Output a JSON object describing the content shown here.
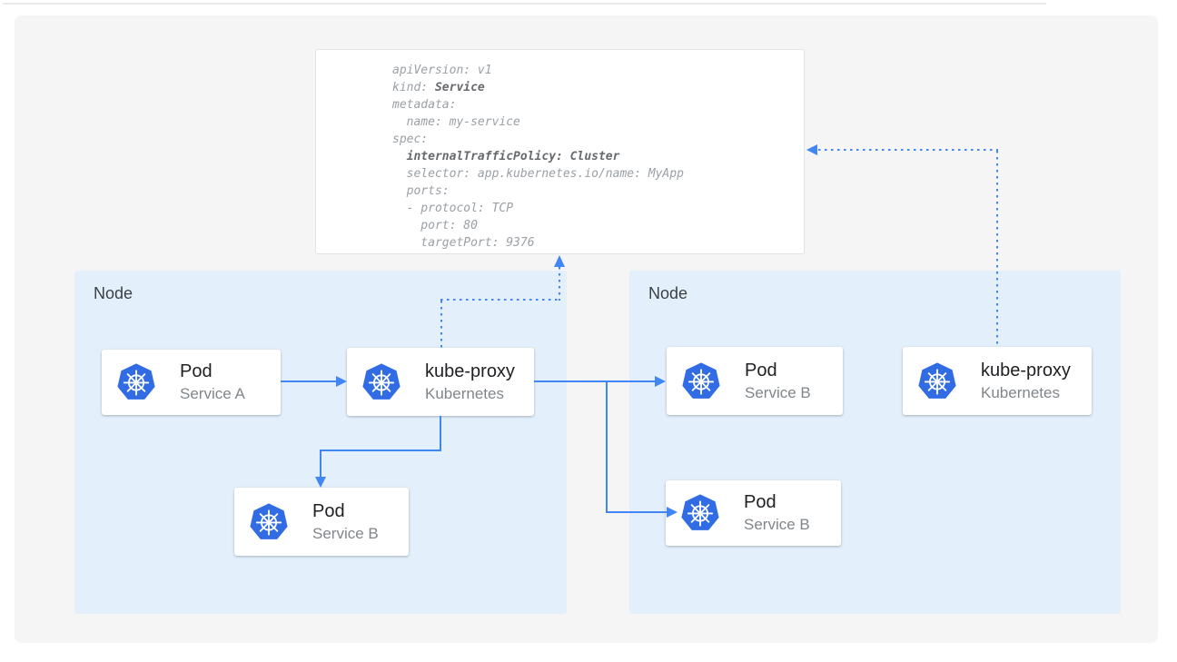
{
  "colors": {
    "arrow_blue": "#4285f4",
    "kubernetes_blue": "#326ce5",
    "node_fill": "#e3f0fc",
    "panel_background": "#f5f5f6",
    "card_title_text": "#202124",
    "card_subtitle_text": "#80868b",
    "yaml_text": "#9aa0a6",
    "yaml_bold_text": "#66696d"
  },
  "yaml_panel": {
    "lines": [
      [
        {
          "t": "apiVersion: v1",
          "b": false
        }
      ],
      [
        {
          "t": "kind: ",
          "b": false
        },
        {
          "t": "Service",
          "b": true
        }
      ],
      [
        {
          "t": "metadata:",
          "b": false
        }
      ],
      [
        {
          "t": "  name: my-service",
          "b": false
        }
      ],
      [
        {
          "t": "spec:",
          "b": false
        }
      ],
      [
        {
          "t": "  ",
          "b": false
        },
        {
          "t": "internalTrafficPolicy: Cluster",
          "b": true
        }
      ],
      [
        {
          "t": "  selector: app.kubernetes.io/name: MyApp",
          "b": false
        }
      ],
      [
        {
          "t": "  ports:",
          "b": false
        }
      ],
      [
        {
          "t": "  - protocol: TCP",
          "b": false
        }
      ],
      [
        {
          "t": "    port: 80",
          "b": false
        }
      ],
      [
        {
          "t": "    targetPort: 9376",
          "b": false
        }
      ]
    ]
  },
  "nodes": [
    {
      "label": "Node",
      "cards": [
        {
          "icon": "kubernetes-logo",
          "title": "Pod",
          "subtitle": "Service A"
        },
        {
          "icon": "kubernetes-logo",
          "title": "kube-proxy",
          "subtitle": "Kubernetes"
        },
        {
          "icon": "kubernetes-logo",
          "title": "Pod",
          "subtitle": "Service B"
        }
      ]
    },
    {
      "label": "Node",
      "cards": [
        {
          "icon": "kubernetes-logo",
          "title": "Pod",
          "subtitle": "Service B"
        },
        {
          "icon": "kubernetes-logo",
          "title": "Pod",
          "subtitle": "Service B"
        },
        {
          "icon": "kubernetes-logo",
          "title": "kube-proxy",
          "subtitle": "Kubernetes"
        }
      ]
    }
  ]
}
